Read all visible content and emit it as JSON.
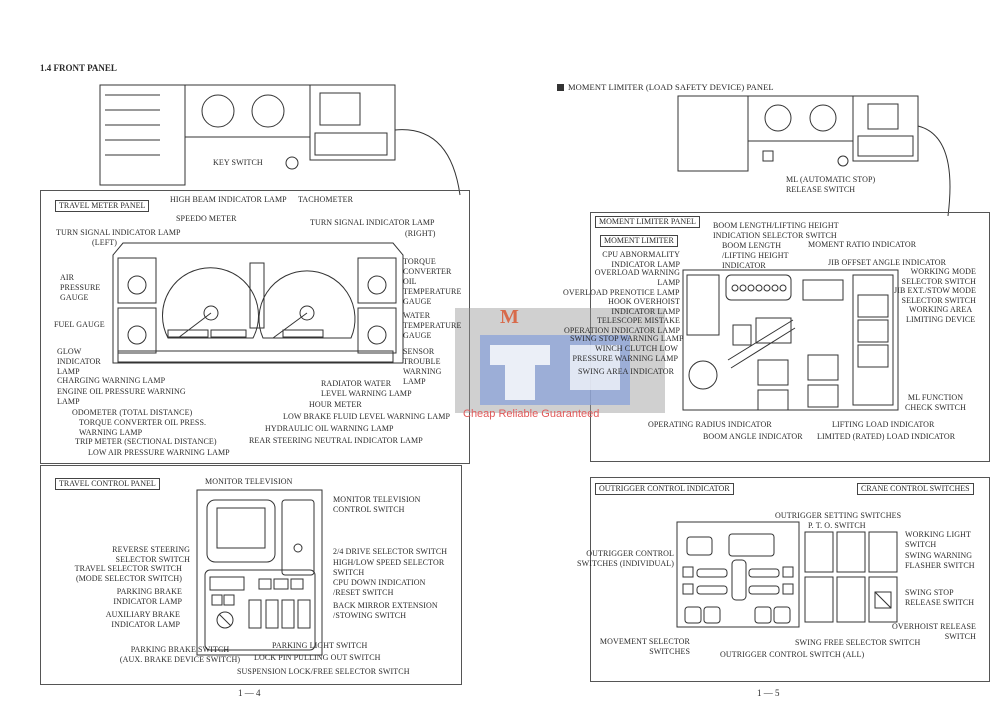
{
  "left_page": {
    "section_title": "1.4   FRONT PANEL",
    "key_switch": "KEY SWITCH",
    "page_number": "1 — 4",
    "travel_meter_panel": {
      "title": "TRAVEL METER PANEL",
      "labels": {
        "high_beam": "HIGH BEAM INDICATOR LAMP",
        "tachometer": "TACHOMETER",
        "speedometer": "SPEEDO  METER",
        "turn_right": "TURN SIGNAL INDICATOR LAMP",
        "turn_right_sub": "(RIGHT)",
        "turn_left": "TURN SIGNAL INDICATOR LAMP",
        "turn_left_sub": "(LEFT)",
        "air_pressure": "AIR\nPRESSURE\nGAUGE",
        "fuel": "FUEL GAUGE",
        "glow": "GLOW\nINDICATOR\nLAMP",
        "charging": "CHARGING WARNING LAMP",
        "engine_oil": "ENGINE OIL PRESSURE WARNING\nLAMP",
        "odometer": "ODOMETER (TOTAL DISTANCE)",
        "tc_oil_press": "TORQUE CONVERTER OIL PRESS.\nWARNING LAMP",
        "trip_meter": "TRIP METER (SECTIONAL DISTANCE)",
        "low_air": "LOW AIR PRESSURE WARNING LAMP",
        "tc_oil_temp": "TORQUE\nCONVERTER\nOIL\nTEMPERATURE\nGAUGE",
        "water_temp": "WATER\nTEMPERATURE\nGAUGE",
        "sensor_trouble": "SENSOR\nTROUBLE\nWARNING\nLAMP",
        "radiator": "RADIATOR WATER\nLEVEL WARNING LAMP",
        "hour_meter": "HOUR METER",
        "brake_fluid": "LOW BRAKE FLUID LEVEL WARNING LAMP",
        "hydraulic_oil": "HYDRAULIC OIL WARNING LAMP",
        "rear_steering": "REAR STEERING NEUTRAL INDICATOR LAMP"
      }
    },
    "travel_control_panel": {
      "title": "TRAVEL CONTROL PANEL",
      "labels": {
        "monitor_tv": "MONITOR TELEVISION",
        "monitor_ctrl": "MONITOR TELEVISION\nCONTROL SWITCH",
        "reverse_steering": "REVERSE STEERING\nSELECTOR SWITCH",
        "travel_selector": "TRAVEL SELECTOR SWITCH\n(MODE SELECTOR SWITCH)",
        "parking_brake_lamp": "PARKING BRAKE\nINDICATOR LAMP",
        "aux_brake_lamp": "AUXILIARY BRAKE\nINDICATOR LAMP",
        "drive_24": "2/4 DRIVE SELECTOR SWITCH",
        "high_low": "HIGH/LOW SPEED SELECTOR\n SWITCH",
        "cpu_down": "CPU DOWN INDICATION\n/RESET SWITCH",
        "back_mirror": "BACK MIRROR EXTENSION\n/STOWING SWITCH",
        "parking_light": "PARKING LIGHT SWITCH",
        "lock_pin": "LOCK PIN PULLING OUT SWITCH",
        "parking_brake_sw": "PARKING BRAKE SWITCH\n(AUX. BRAKE DEVICE SWITCH)",
        "suspension": "SUSPENSION LOCK/FREE SELECTOR SWITCH"
      }
    }
  },
  "right_page": {
    "section_title": "MOMENT LIMITER (LOAD SAFETY DEVICE) PANEL",
    "ml_release": "ML (AUTOMATIC STOP)\nRELEASE SWITCH",
    "page_number": "1 — 5",
    "moment_limiter_panel": {
      "title": "MOMENT LIMITER PANEL",
      "subtitle": "MOMENT LIMITER",
      "labels": {
        "boom_sel": "BOOM LENGTH/LIFTING HEIGHT\nINDICATION SELECTOR SWITCH",
        "boom_ind": "BOOM LENGTH\n/LIFTING HEIGHT\nINDICATOR",
        "moment_ratio": "MOMENT RATIO INDICATOR",
        "cpu_abn": "CPU ABNORMALITY\nINDICATOR LAMP",
        "overload_warn": "OVERLOAD WARNING\nLAMP",
        "overload_pre": "OVERLOAD PRENOTICE LAMP",
        "hook": "HOOK OVERHOIST\nINDICATOR LAMP",
        "telescope": "TELESCOPE MISTAKE\nOPERATION INDICATOR LAMP",
        "swing_stop": "SWING STOP WARNING LAMP",
        "winch": "WINCH CLUTCH LOW\nPRESSURE WARNING LAMP",
        "swing_area": "SWING AREA INDICATOR",
        "jib_offset": "JIB OFFSET ANGLE INDICATOR",
        "working_mode": "WORKING MODE\nSELECTOR SWITCH",
        "jib_ext": "JIB EXT./STOW MODE\nSELECTOR SWITCH",
        "working_area": "WORKING AREA\nLIMITING DEVICE",
        "ml_function": "ML FUNCTION\nCHECK SWITCH",
        "op_radius": "OPERATING RADIUS INDICATOR",
        "boom_angle": "BOOM ANGLE INDICATOR",
        "lifting_load": "LIFTING LOAD INDICATOR",
        "limited_load": "LIMITED (RATED) LOAD INDICATOR"
      }
    },
    "outrigger": {
      "title": "OUTRIGGER CONTROL INDICATOR",
      "crane_title": "CRANE CONTROL SWITCHES",
      "labels": {
        "setting": "OUTRIGGER SETTING SWITCHES",
        "pto": "P. T. O. SWITCH",
        "individual": "OUTRIGGER CONTROL\nSWITCHES (INDIVIDUAL)",
        "working_light": "WORKING LIGHT\nSWITCH",
        "swing_warning": "SWING WARNING\nFLASHER SWITCH",
        "swing_stop_rel": "SWING STOP\nRELEASE SWITCH",
        "overhoist_rel": "OVERHOIST RELEASE\nSWITCH",
        "movement": "MOVEMENT SELECTOR\nSWITCHES",
        "swing_free": "SWING FREE SELECTOR SWITCH",
        "all": "OUTRIGGER CONTROL SWITCH (ALL)"
      }
    }
  },
  "watermark": {
    "letter": "M",
    "text": "Cheap Reliable Guaranteed"
  }
}
